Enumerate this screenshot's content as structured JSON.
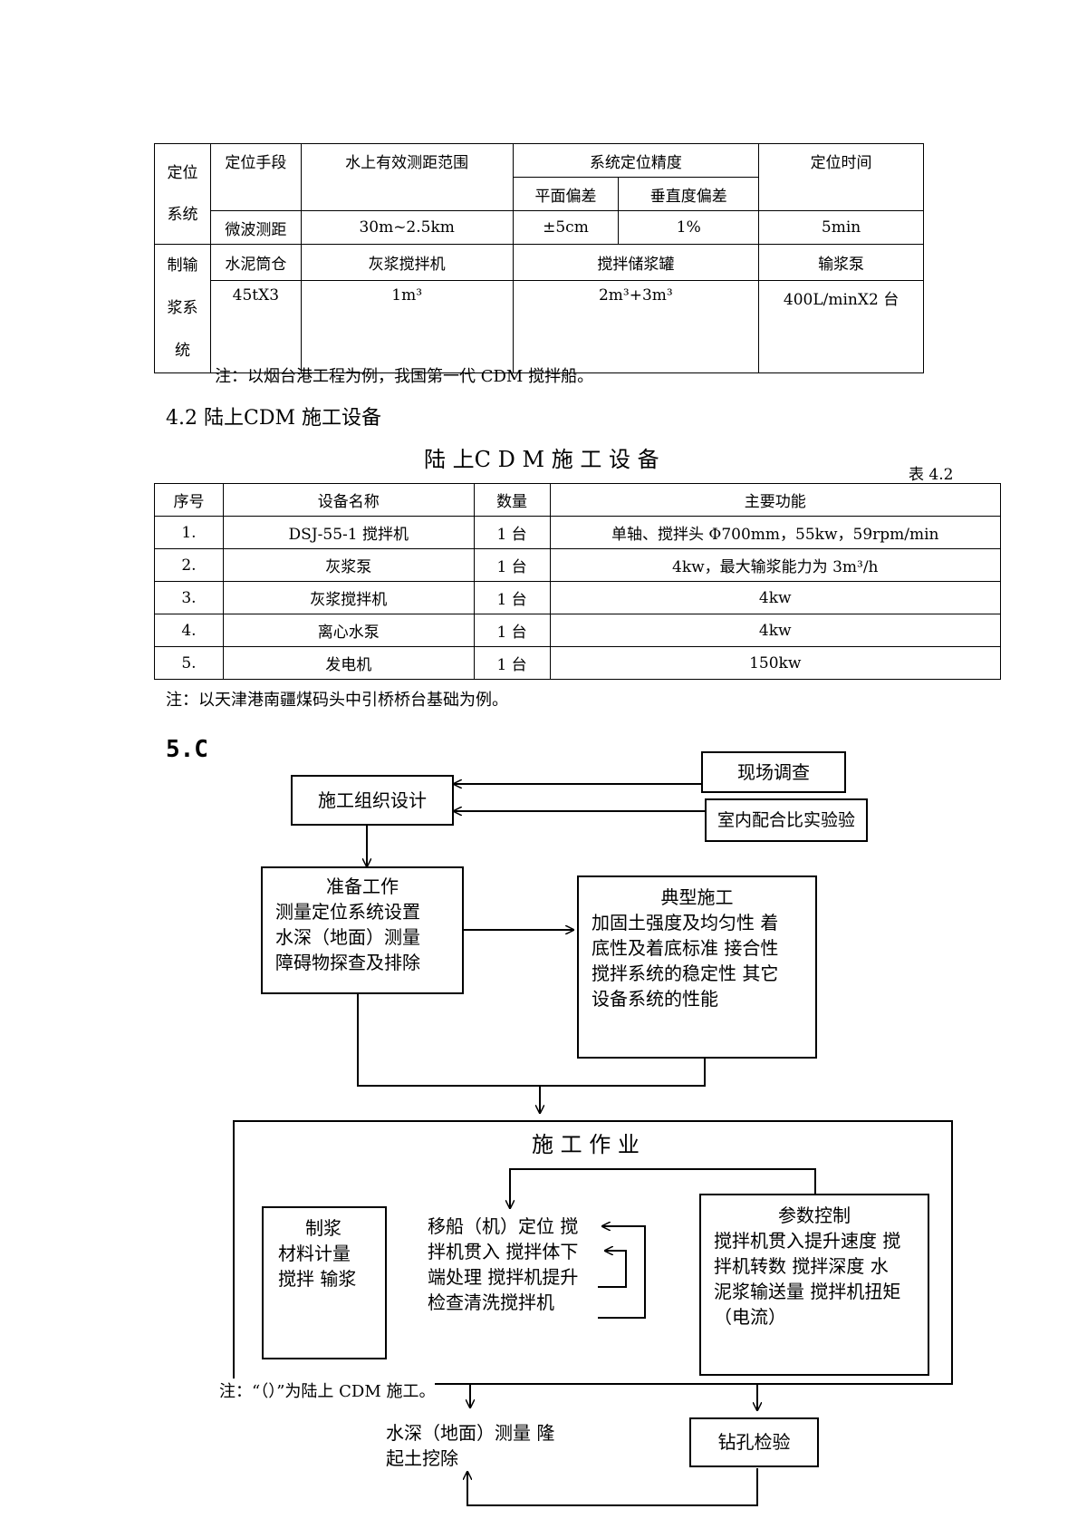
{
  "table1": {
    "group1": [
      "定位",
      "系统"
    ],
    "group2": [
      "制输",
      "浆系",
      "统"
    ],
    "h_method": "定位手段",
    "h_range": "水上有效测距范围",
    "h_accuracy": "系统定位精度",
    "h_plane": "平面偏差",
    "h_vertical": "垂直度偏差",
    "h_time": "定位时间",
    "v_method": "微波测距",
    "v_range": "30m~2.5km",
    "v_plane": "±5cm",
    "v_vertical": "1%",
    "v_time": "5min",
    "h_silo": "水泥筒仓",
    "h_mixer": "灰浆搅拌机",
    "h_tank": "搅拌储浆罐",
    "h_pump": "输浆泵",
    "v_silo": "45tX3",
    "v_mixer": "1m³",
    "v_tank": "2m³+3m³",
    "v_pump": "400L/minX2 台"
  },
  "note1": "注：以烟台港工程为例，我国第一代 CDM 搅拌船。",
  "section42": "4.2 陆上CDM 施工设备",
  "table2_title": "陆 上C D M 施 工 设 备",
  "table2_ref": "表 4.2",
  "table2": {
    "headers": [
      "序号",
      "设备名称",
      "数量",
      "主要功能"
    ],
    "rows": [
      [
        "1.",
        "DSJ-55-1 搅拌机",
        "1 台",
        "单轴、搅拌头 Φ700mm，55kw，59rpm/min"
      ],
      [
        "2.",
        "灰浆泵",
        "1 台",
        "4kw，最大输浆能力为 3m³/h"
      ],
      [
        "3.",
        "灰浆搅拌机",
        "1 台",
        "4kw"
      ],
      [
        "4.",
        "离心水泵",
        "1 台",
        "4kw"
      ],
      [
        "5.",
        "发电机",
        "1 台",
        "150kw"
      ]
    ]
  },
  "note2": "注：以天津港南疆煤码头中引桥桥台基础为例。",
  "section5": "5.C",
  "flow": {
    "survey": "现场调查",
    "design": "施工组织设计",
    "lab": "室内配合比实验验",
    "prep": [
      "准备工作",
      "测量定位系统设置",
      "水深（地面）测量",
      "障碍物探查及排除"
    ],
    "typical": [
      "典型施工",
      "加固土强度及均匀性 着",
      "底性及着底标准 接合性",
      "搅拌系统的稳定性 其它",
      "设备系统的性能"
    ],
    "operation": "施 工 作 业",
    "slurry": [
      "制浆",
      "材料计量",
      "搅拌 输浆"
    ],
    "steps": [
      "移船（机）定位 搅",
      "拌机贯入 搅拌体下",
      "端处理 搅拌机提升",
      "检查清洗搅拌机"
    ],
    "params": [
      "参数控制",
      "搅拌机贯入提升速度 搅",
      "拌机转数 搅拌深度 水",
      "泥浆输送量 搅拌机扭矩",
      "（电流）"
    ],
    "note": "注：“（）”为陆上 CDM 施工。",
    "after": [
      "水深（地面）测量 隆",
      "起土挖除"
    ],
    "drill": "钻孔检验"
  }
}
